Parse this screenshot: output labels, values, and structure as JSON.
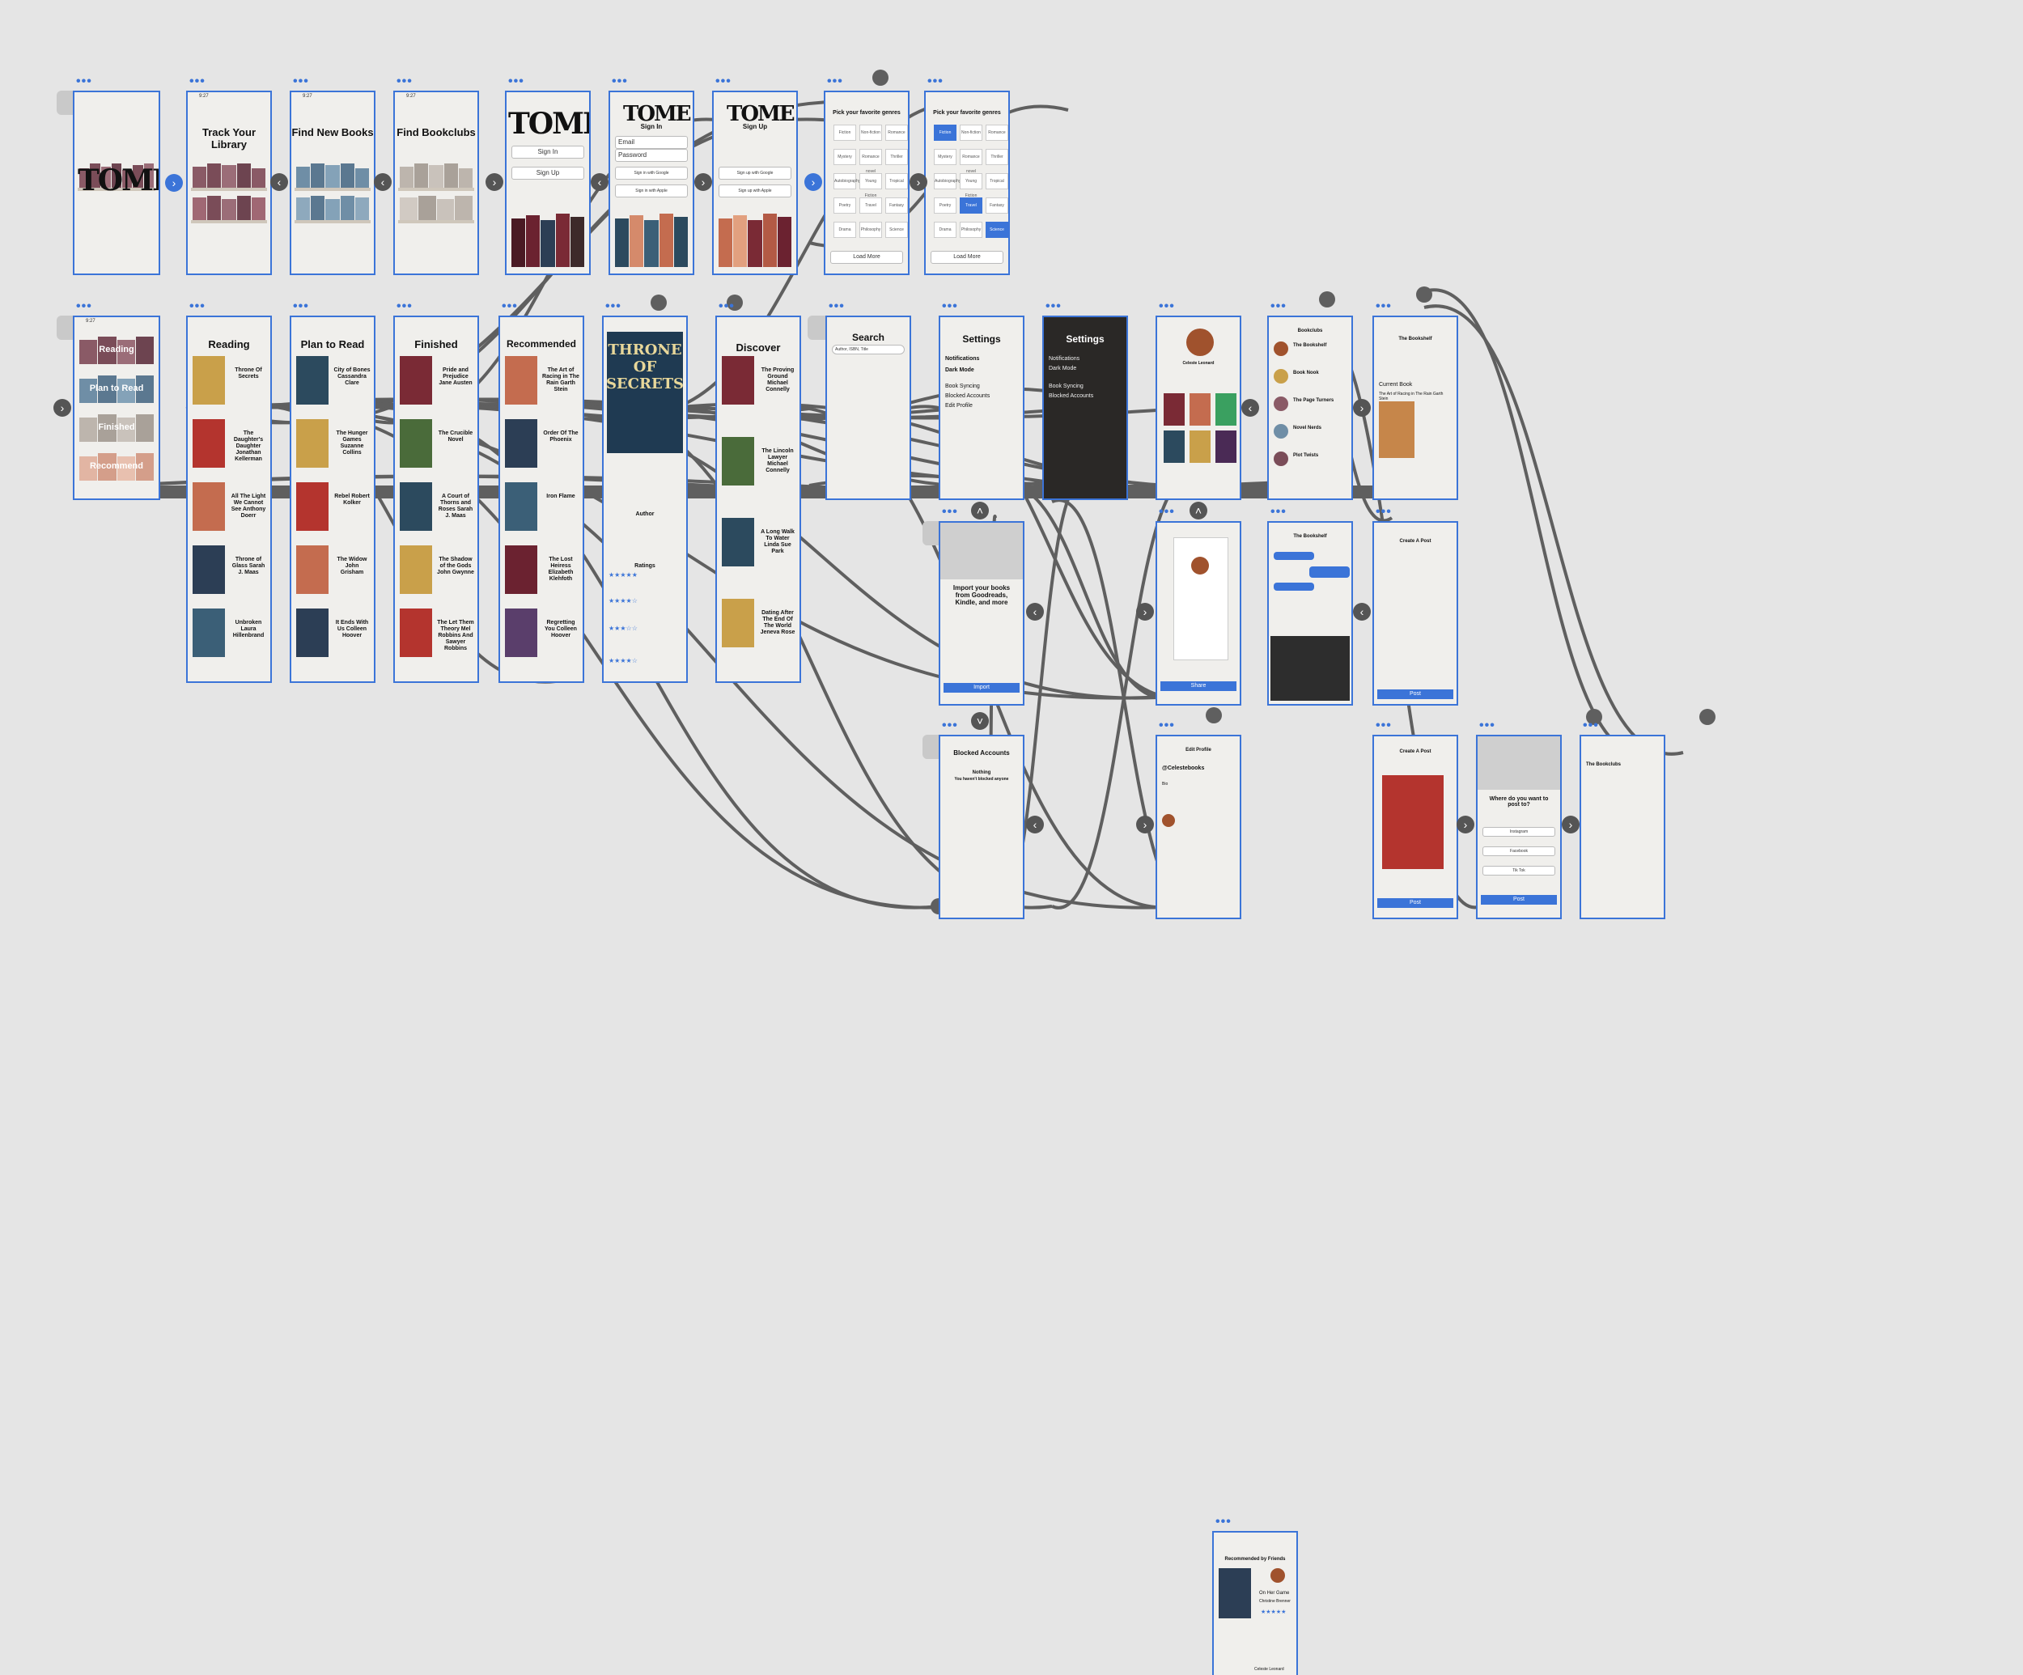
{
  "canvas": {
    "background": "#e5e5e5",
    "frame_border": "#3b74d8",
    "wire_color": "#5f5f5f"
  },
  "status_time": "9:27",
  "onboarding": {
    "logo": "TOME",
    "slides": [
      "Track Your Library",
      "Find New Books",
      "Find Bookclubs"
    ],
    "signin": {
      "sign_in": "Sign In",
      "sign_up": "Sign Up"
    },
    "login": {
      "title": "Sign In",
      "email": "Email",
      "password": "Password",
      "google": "Sign in with Google",
      "apple": "Sign in with Apple"
    },
    "signup": {
      "title": "Sign Up",
      "google": "Sign up with Google",
      "apple": "Sign up with Apple"
    },
    "genres_title": "Pick your favorite genres",
    "genres": [
      "Fiction",
      "Non-fiction",
      "Romance",
      "Mystery",
      "Romance novel",
      "Thriller",
      "Autobiography",
      "Young Fiction",
      "Tropical",
      "Poetry",
      "Travel",
      "Fantasy",
      "Drama",
      "Philosophy",
      "Science"
    ],
    "load_more": "Load More"
  },
  "library": {
    "shelves": [
      "Reading",
      "Plan to Read",
      "Finished",
      "Recommend"
    ],
    "reading": {
      "title": "Reading",
      "books": [
        "Throne Of Secrets",
        "The Daughter's Daughter Jonathan Kellerman",
        "All The Light We Cannot See Anthony Doerr",
        "Throne of Glass Sarah J. Maas",
        "Unbroken Laura Hillenbrand"
      ]
    },
    "plan": {
      "title": "Plan to Read",
      "books": [
        "City of Bones Cassandra Clare",
        "The Hunger Games Suzanne Collins",
        "Rebel Robert Kolker",
        "The Widow John Grisham",
        "It Ends With Us Colleen Hoover"
      ]
    },
    "finished": {
      "title": "Finished",
      "books": [
        "Pride and Prejudice Jane Austen",
        "The Crucible Novel",
        "A Court of Thorns and Roses Sarah J. Maas",
        "The Shadow of the Gods John Gwynne",
        "The Let Them Theory Mel Robbins And Sawyer Robbins"
      ]
    },
    "recommended": {
      "title": "Recommended",
      "books": [
        "The Art of Racing in The Rain Garth Stein",
        "Order Of The Phoenix",
        "Iron Flame",
        "The Lost Heiress Elizabeth Klehfoth",
        "Regretting You Colleen Hoover"
      ]
    }
  },
  "book_detail": {
    "title": "THRONE OF SECRETS",
    "author_label": "Author",
    "ratings_label": "Ratings"
  },
  "discover": {
    "title": "Discover",
    "books": [
      "The Proving Ground Michael Connelly",
      "The Lincoln Lawyer Michael Connelly",
      "A Long Walk To Water Linda Sue Park",
      "Dating After The End Of The World Jeneva Rose"
    ]
  },
  "search": {
    "title": "Search",
    "placeholder": "Author, ISBN, Title"
  },
  "settings": {
    "title": "Settings",
    "items": [
      "Notifications",
      "Dark Mode",
      "Book Syncing",
      "Blocked Accounts",
      "Edit Profile"
    ]
  },
  "import": {
    "text": "Import your books from Goodreads, Kindle, and more",
    "button": "Import"
  },
  "blocked": {
    "title": "Blocked Accounts",
    "empty_title": "Nothing",
    "empty_text": "You haven't blocked anyone"
  },
  "profile": {
    "name": "Celeste Leonard",
    "handle": "@Celestebooks",
    "share": "Share",
    "bio_label": "Bio",
    "edit_title": "Edit Profile"
  },
  "bookclubs": {
    "title": "Bookclubs",
    "clubs": [
      "The Bookshelf",
      "Book Nook",
      "The Page Turners",
      "Novel Nerds",
      "Plot Twists"
    ]
  },
  "club_detail": {
    "title": "The Bookshelf",
    "current_label": "Current Book",
    "current": "The Art of Racing in The Rain Garth Stein"
  },
  "chat": {
    "title": "The Bookshelf"
  },
  "create_post": {
    "title": "Create A Post",
    "post": "Post",
    "share_to": "Where do you want to post to?",
    "platforms": [
      "Instagram",
      "Facebook",
      "Tik Tok"
    ]
  },
  "the_bookclubs": {
    "title": "The Bookclubs"
  },
  "friends": {
    "title": "Recommended by Friends",
    "book": "On Her Game",
    "author": "Christine Brenner",
    "reviewer": "Celeste Leonard"
  }
}
